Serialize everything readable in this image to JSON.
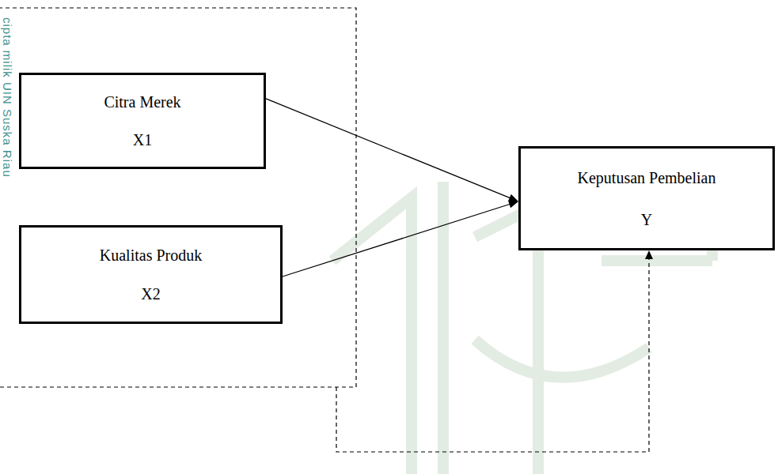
{
  "diagram": {
    "nodes": [
      {
        "text": [
          "Citra Merek",
          "X1"
        ]
      },
      {
        "text": [
          "Kualitas Produk",
          "X2"
        ]
      },
      {
        "text": [
          "Keputusan Pembelian",
          "Y"
        ]
      }
    ],
    "edges": [
      {
        "from": 0,
        "to": 2,
        "arrow": "to"
      },
      {
        "from": 1,
        "to": 2,
        "arrow": "to"
      }
    ],
    "labels": [
      "cipta milik UIN Suska Riau"
    ]
  }
}
